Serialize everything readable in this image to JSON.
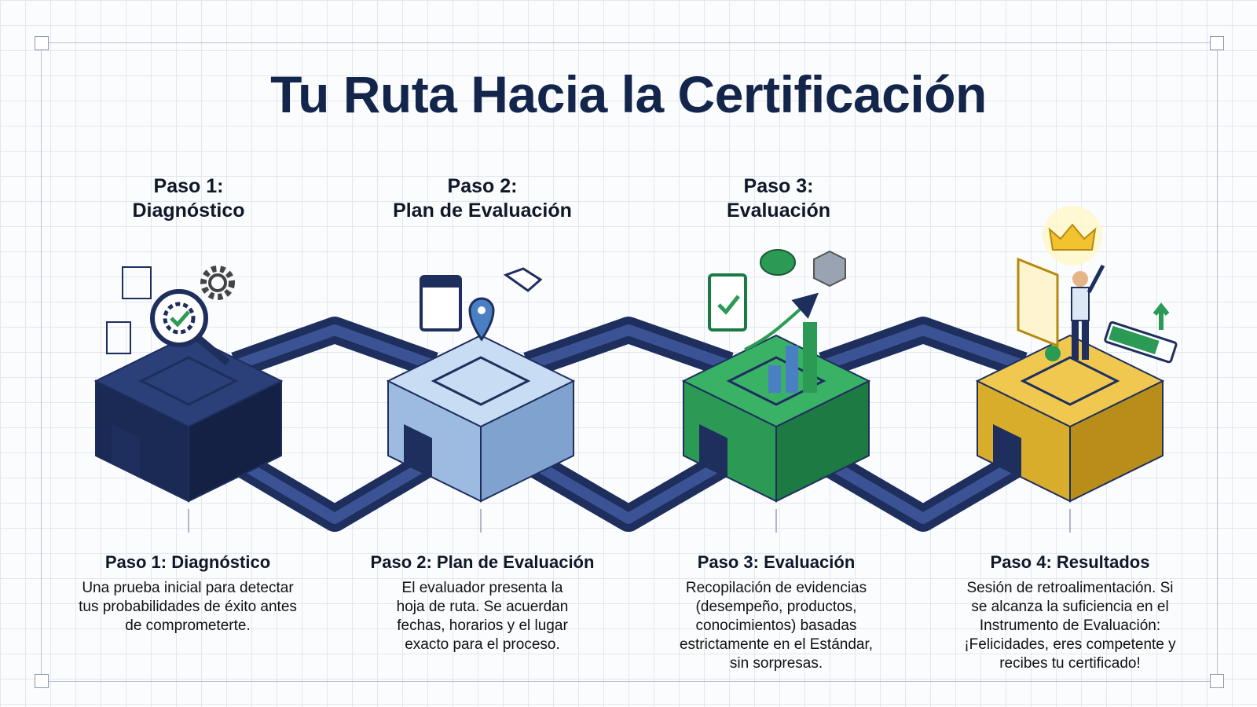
{
  "title": "Tu Ruta Hacia la Certificación",
  "steps": [
    {
      "heading_line1": "Paso 1:",
      "heading_line2": "Diagnóstico",
      "title": "Paso 1: Diagnóstico",
      "description": "Una prueba inicial para detectar tus probabilidades de éxito antes de comprometerte.",
      "color": "#1e2f5e"
    },
    {
      "heading_line1": "Paso 2:",
      "heading_line2": "Plan de Evaluación",
      "title": "Paso 2: Plan de Evaluación",
      "description": "El evaluador presenta la hoja de ruta. Se acuerdan fechas, horarios y el lugar exacto para el proceso.",
      "color": "#a9c6e8"
    },
    {
      "heading_line1": "Paso 3:",
      "heading_line2": "Evaluación",
      "title": "Paso 3: Evaluación",
      "description": "Recopilación de evidencias (desempeño, productos, conocimientos) basadas estrictamente en el Estándar, sin sorpresas.",
      "color": "#2a9a55"
    },
    {
      "title": "Paso 4: Resultados",
      "description": "Sesión de retroalimentación. Si se alcanza la suficiencia en el Instrumento de Evaluación: ¡Felicidades, eres competente y recibes tu certificado!",
      "color": "#d9ad2c"
    }
  ],
  "icons": [
    "checklist-magnifier-icon",
    "gear-icon",
    "calendar-icon",
    "location-pin-icon",
    "handshake-icon",
    "clipboard-check-icon",
    "brain-icon",
    "box-icon",
    "growth-chart-icon",
    "crown-icon",
    "certificate-icon",
    "person-celebrating-icon",
    "progress-bar-icon"
  ]
}
